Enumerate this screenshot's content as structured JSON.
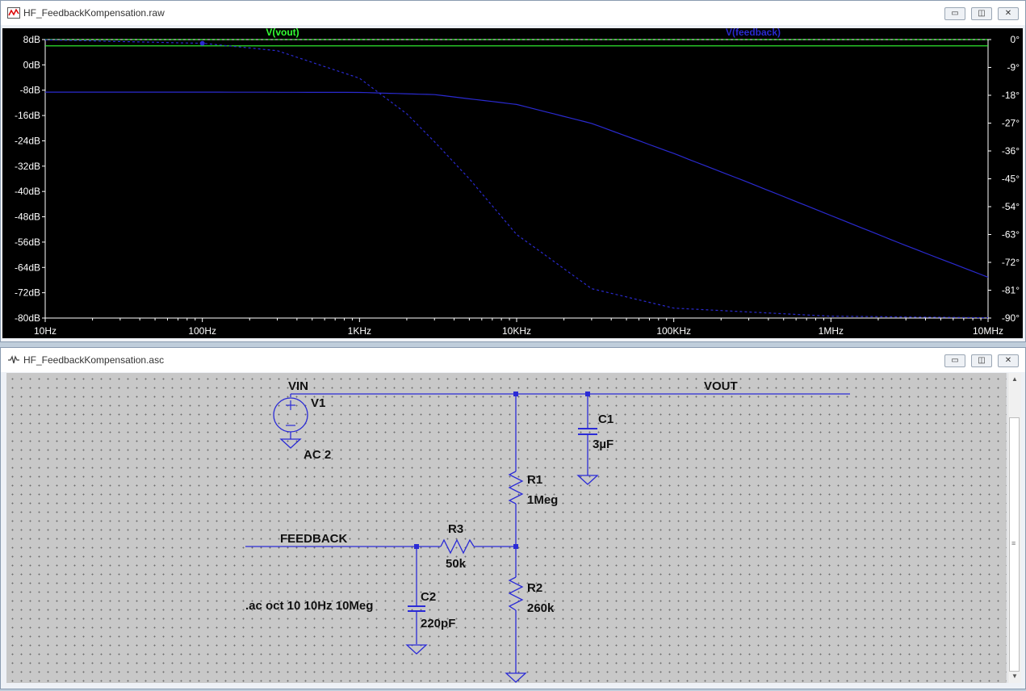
{
  "plot_window": {
    "title": "HF_FeedbackKompensation.raw",
    "buttons": {
      "minimize": "▭",
      "maximize": "◫",
      "close": "✕"
    }
  },
  "chart_data": {
    "type": "line",
    "title": "",
    "xscale": "log",
    "xlim": [
      10,
      10000000
    ],
    "x_ticks": [
      "10Hz",
      "100Hz",
      "1KHz",
      "10KHz",
      "100KHz",
      "1MHz",
      "10MHz"
    ],
    "y_left": {
      "unit": "dB",
      "range": [
        -80,
        8
      ],
      "ticks": [
        "8dB",
        "0dB",
        "-8dB",
        "-16dB",
        "-24dB",
        "-32dB",
        "-40dB",
        "-48dB",
        "-56dB",
        "-64dB",
        "-72dB",
        "-80dB"
      ]
    },
    "y_right": {
      "unit": "degrees",
      "range": [
        -90,
        0
      ],
      "ticks": [
        "0°",
        "-9°",
        "-18°",
        "-27°",
        "-36°",
        "-45°",
        "-54°",
        "-63°",
        "-72°",
        "-81°",
        "-90°"
      ]
    },
    "grid": false,
    "legend": [
      "V(vout)",
      "V(feedback)"
    ],
    "series": [
      {
        "name": "V(vout)",
        "color": "#33ff33",
        "quantity": "magnitude_dB",
        "x": [
          10,
          10000000
        ],
        "y": [
          6,
          6
        ]
      },
      {
        "name": "V(vout)",
        "color": "#33ff33",
        "quantity": "phase_deg",
        "x": [
          10,
          10000000
        ],
        "y": [
          0,
          0
        ]
      },
      {
        "name": "V(feedback)",
        "color": "#2a2ad0",
        "quantity": "magnitude_dB",
        "x": [
          10,
          100,
          1000,
          3000,
          10000,
          30000,
          100000,
          300000,
          1000000,
          3000000,
          10000000
        ],
        "y": [
          -8.6,
          -8.6,
          -8.7,
          -9.4,
          -12.5,
          -18.5,
          -28.0,
          -37.2,
          -47.6,
          -57.1,
          -67.1
        ]
      },
      {
        "name": "V(feedback)",
        "color": "#2a2ad0",
        "quantity": "phase_deg",
        "x": [
          10,
          100,
          300,
          1000,
          2000,
          3000,
          5000,
          10000,
          30000,
          100000,
          1000000,
          10000000
        ],
        "y": [
          -0.1,
          -1.2,
          -3.6,
          -12.5,
          -24,
          -33,
          -45,
          -63,
          -80.5,
          -86.8,
          -89.4,
          -89.9
        ]
      }
    ]
  },
  "schematic_window": {
    "title": "HF_FeedbackKompensation.asc",
    "buttons": {
      "minimize": "▭",
      "maximize": "◫",
      "close": "✕"
    },
    "labels": {
      "vin": "VIN",
      "vout": "VOUT",
      "feedback": "FEEDBACK",
      "v1": "V1",
      "v1_value": "AC 2",
      "c1": "C1",
      "c1_value": "3µF",
      "r1": "R1",
      "r1_value": "1Meg",
      "r3": "R3",
      "r3_value": "50k",
      "r2": "R2",
      "r2_value": "260k",
      "c2": "C2",
      "c2_value": "220pF",
      "directive": ".ac oct 10 10Hz 10Meg"
    }
  },
  "colors": {
    "wire": "#2b2bd6",
    "plot_bg": "#000000",
    "axis_text": "#ffffff",
    "schematic_bg": "#c8c8c8"
  }
}
